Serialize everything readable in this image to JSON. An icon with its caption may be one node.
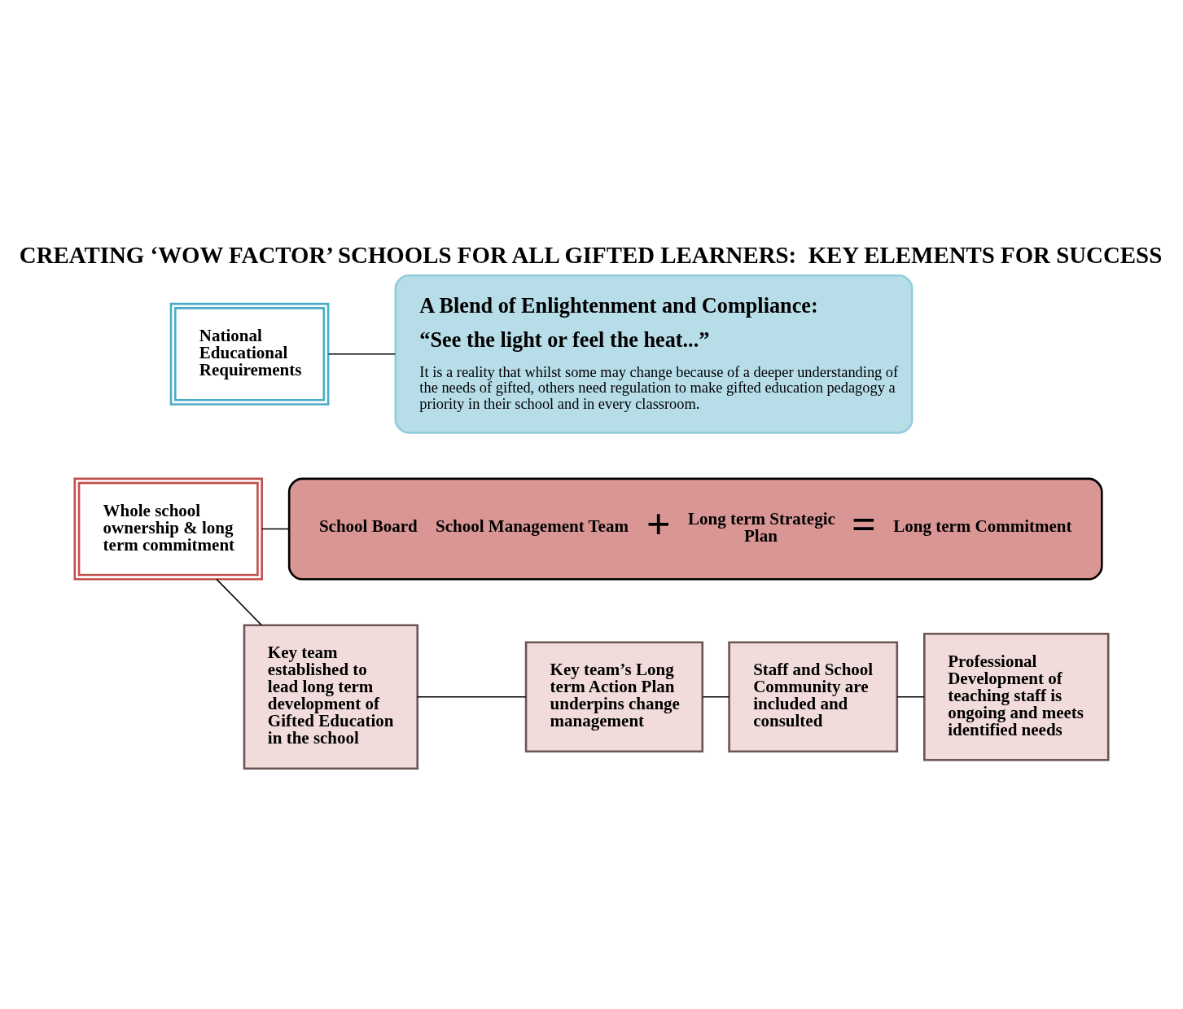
{
  "diagram": {
    "title": "CREATING ‘WOW FACTOR’ SCHOOLS FOR ALL GIFTED LEARNERS:  KEY ELEMENTS FOR SUCCESS",
    "nodes": [
      {
        "text": [
          "National Educational Requirements"
        ]
      },
      {
        "text": [
          "A Blend of Enlightenment and Compliance:",
          "“See the light or feel the heat...”",
          "It is a reality that whilst some may change because of a deeper understanding of the needs of gifted, others need regulation to make gifted education pedagogy a priority in their school and in every classroom."
        ]
      },
      {
        "text": [
          "Whole school ownership & long term commitment"
        ]
      },
      {
        "text": [
          "School Board",
          "School Management Team",
          "+",
          "Long term Strategic Plan",
          "=",
          "Long term Commitment"
        ]
      },
      {
        "text": [
          "Key team established to lead long term development of Gifted Education in the school"
        ]
      },
      {
        "text": [
          "Key team’s Long term Action Plan underpins change management"
        ]
      },
      {
        "text": [
          "Staff and School Community are included and consulted"
        ]
      },
      {
        "text": [
          "Professional Development of teaching staff is ongoing and meets identified needs"
        ]
      }
    ],
    "edges": [
      {
        "from": 0,
        "to": 1,
        "arrow": "none"
      },
      {
        "from": 2,
        "to": 3,
        "arrow": "none"
      },
      {
        "from": 2,
        "to": 4,
        "arrow": "none"
      },
      {
        "from": 4,
        "to": 5,
        "arrow": "none"
      },
      {
        "from": 5,
        "to": 6,
        "arrow": "none"
      },
      {
        "from": 6,
        "to": 7,
        "arrow": "none"
      }
    ]
  }
}
